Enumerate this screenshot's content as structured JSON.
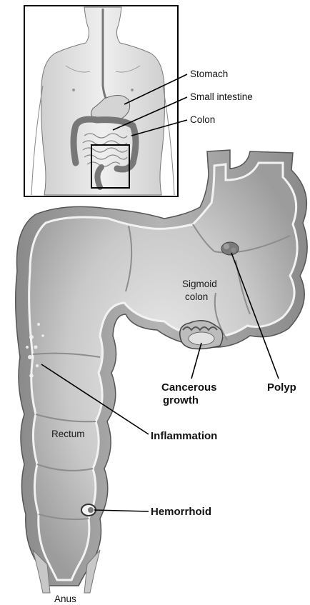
{
  "inset": {
    "labels": {
      "stomach": "Stomach",
      "small_intestine": "Small intestine",
      "colon": "Colon"
    }
  },
  "main": {
    "labels": {
      "sigmoid_line1": "Sigmoid",
      "sigmoid_line2": "colon",
      "rectum": "Rectum",
      "anus": "Anus",
      "polyp": "Polyp",
      "cancerous_line1": "Cancerous",
      "cancerous_line2": "growth",
      "inflammation": "Inflammation",
      "hemorrhoid": "Hemorrhoid"
    }
  },
  "colors": {
    "outer_wall": "#9a9a9a",
    "lumen": "#c4c4c4",
    "lumen_light": "#e4e4e4",
    "skin": "#e6e6e6",
    "outline": "#555555"
  }
}
